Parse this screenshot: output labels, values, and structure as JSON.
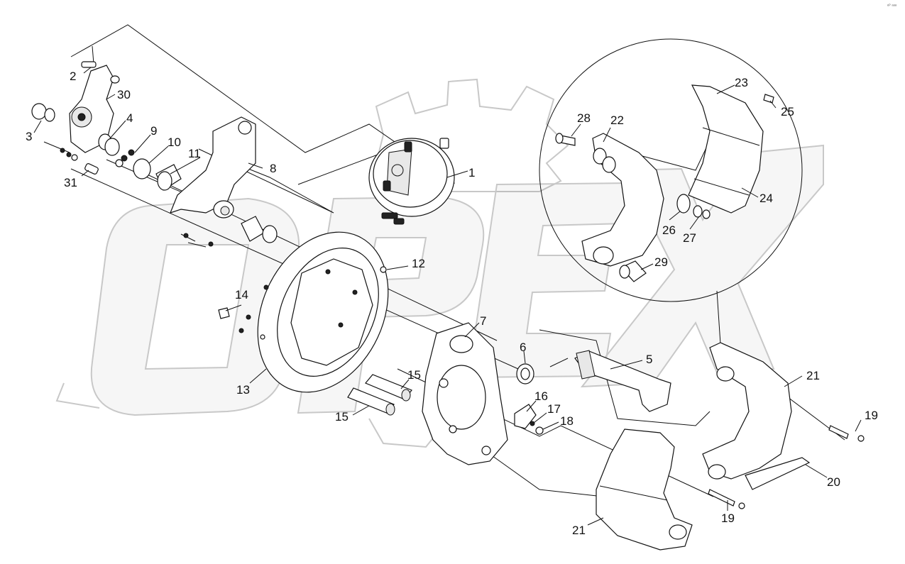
{
  "corner_mark": "ᵉᴾ ᵃᵃᵃ",
  "watermark": {
    "text": "OPEX",
    "color": "#c8c8c8"
  },
  "callouts": {
    "c1": "1",
    "c2": "2",
    "c3": "3",
    "c4": "4",
    "c5": "5",
    "c6": "6",
    "c7": "7",
    "c8": "8",
    "c9": "9",
    "c10": "10",
    "c11": "11",
    "c12": "12",
    "c13": "13",
    "c14": "14",
    "c15a": "15",
    "c15b": "15",
    "c16": "16",
    "c17": "17",
    "c18": "18",
    "c19a": "19",
    "c19b": "19",
    "c20": "20",
    "c21a": "21",
    "c21b": "21",
    "c22": "22",
    "c23": "23",
    "c24": "24",
    "c25": "25",
    "c26": "26",
    "c27": "27",
    "c28": "28",
    "c29": "29",
    "c30": "30",
    "c31": "31"
  }
}
